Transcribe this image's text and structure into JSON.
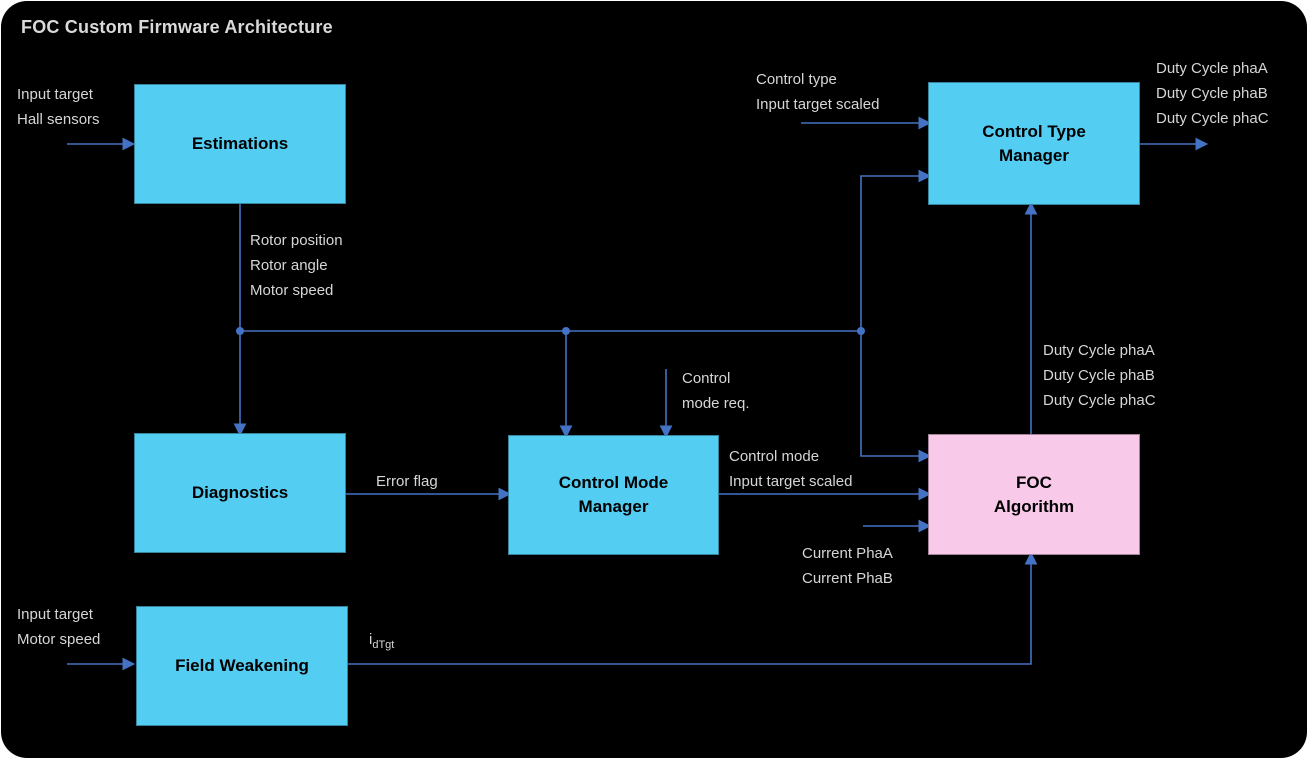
{
  "title": "FOC Custom Firmware Architecture",
  "colors": {
    "background": "#000000",
    "box_cyan": "#54CDF2",
    "box_pink": "#F9C9E9",
    "arrow": "#4472C4",
    "label_text": "#D6D6D6"
  },
  "blocks": {
    "estimations": {
      "label": "Estimations"
    },
    "diagnostics": {
      "label": "Diagnostics"
    },
    "control_mode_manager": {
      "label": "Control Mode\nManager"
    },
    "control_type_manager": {
      "label": "Control Type\nManager"
    },
    "foc_algorithm": {
      "label": "FOC\nAlgorithm"
    },
    "field_weakening": {
      "label": "Field Weakening"
    }
  },
  "labels": {
    "estimations_inputs": "Input target\nHall sensors",
    "rotor_outputs": "Rotor position\nRotor angle\nMotor speed",
    "control_type_inputs": "Control type\nInput target scaled",
    "duty_cycle_outputs_top": "Duty Cycle phaA\nDuty Cycle phaB\nDuty Cycle phaC",
    "duty_cycle_outputs_mid": "Duty Cycle phaA\nDuty Cycle phaB\nDuty Cycle phaC",
    "control_mode_request": "Control\nmode req.",
    "error_flag": "Error flag",
    "control_mode_outputs": "Control mode\nInput target scaled",
    "current_inputs": "Current PhaA\nCurrent PhaB",
    "field_weakening_inputs": "Input target\nMotor speed",
    "idtgt_main": "i",
    "idtgt_sub": "dTgt"
  }
}
